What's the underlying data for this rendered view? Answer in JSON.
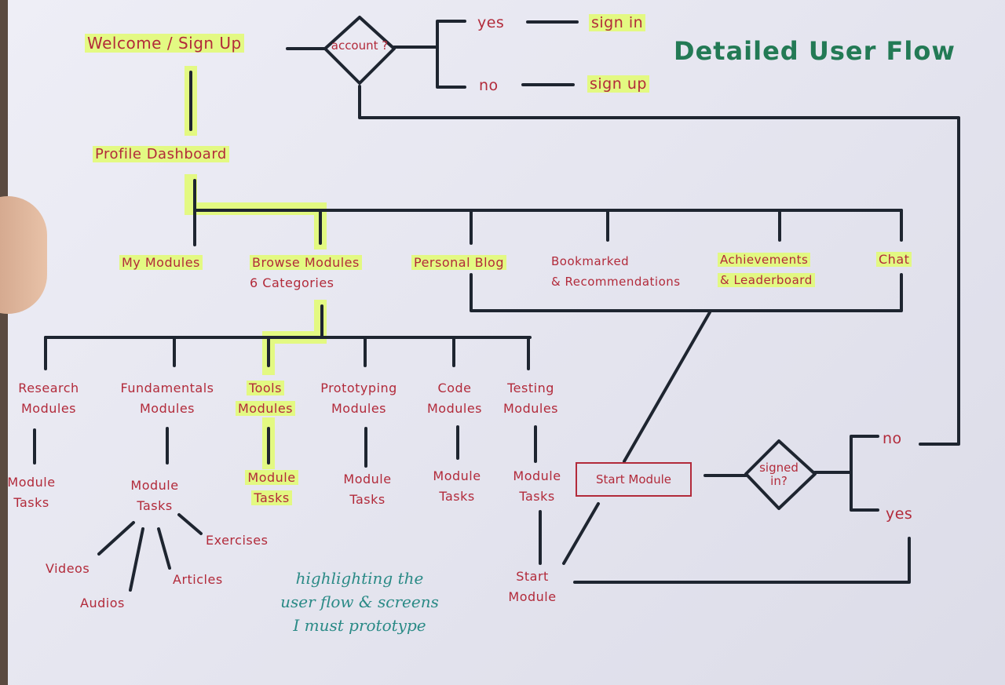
{
  "title": "Detailed User Flow",
  "welcome": "Welcome / Sign Up",
  "account_decision": "account ?",
  "account_yes": "yes",
  "account_no": "no",
  "sign_in": "sign in",
  "sign_up": "sign up",
  "profile_dashboard": "Profile Dashboard",
  "dashboard_items": {
    "my_modules": "My Modules",
    "browse_modules": "Browse Modules",
    "browse_sub": "6 Categories",
    "personal_blog": "Personal Blog",
    "bookmarked": "Bookmarked",
    "bookmarked_sub": "& Recommendations",
    "achievements": "Achievements",
    "achievements_sub": "& Leaderboard",
    "chat": "Chat"
  },
  "categories": {
    "research": [
      "Research",
      "Modules"
    ],
    "fundamentals": [
      "Fundamentals",
      "Modules"
    ],
    "tools": [
      "Tools",
      "Modules"
    ],
    "prototyping": [
      "Prototyping",
      "Modules"
    ],
    "code": [
      "Code",
      "Modules"
    ],
    "testing": [
      "Testing",
      "Modules"
    ]
  },
  "module_tasks": [
    "Module",
    "Tasks"
  ],
  "fundamentals_children": {
    "videos": "Videos",
    "audios": "Audios",
    "articles": "Articles",
    "exercises": "Exercises"
  },
  "start_module_box": "Start Module",
  "start_module_bottom": [
    "Start",
    "Module"
  ],
  "signed_in_decision": [
    "signed",
    "in?"
  ],
  "signed_no": "no",
  "signed_yes": "yes",
  "note": [
    "highlighting the",
    "user flow & screens",
    "I must prototype"
  ],
  "colors": {
    "ink": "#1e2530",
    "label_red": "#b22a3a",
    "highlight": "#e2fc6e",
    "title_green": "#237a55",
    "note_teal": "#2a8a86"
  }
}
